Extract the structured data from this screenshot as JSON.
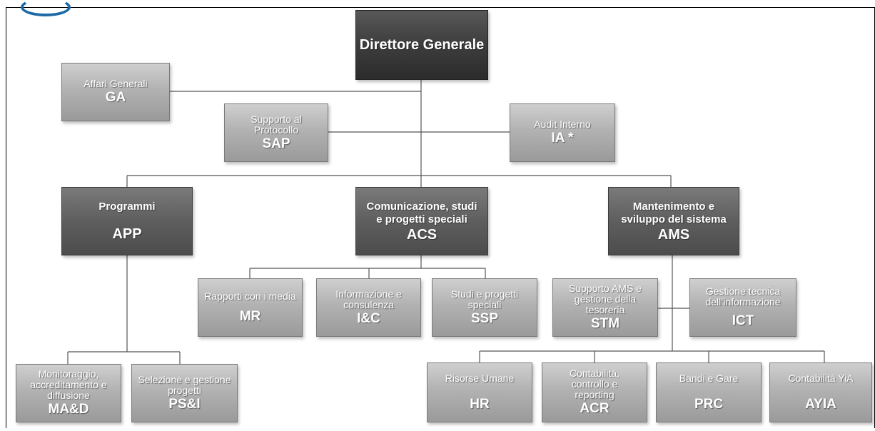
{
  "chart": {
    "director": {
      "name": "Direttore Generale"
    },
    "staff": [
      {
        "key": "ga",
        "name": "Affari Generali",
        "code": "GA"
      },
      {
        "key": "sap",
        "name": "Supporto al Protocollo",
        "code": "SAP"
      },
      {
        "key": "ia",
        "name": "Audit Interno",
        "code": "IA *"
      }
    ],
    "divisions": [
      {
        "key": "app",
        "name": "Programmi",
        "code": "APP"
      },
      {
        "key": "acs",
        "name": "Comunicazione, studi e progetti speciali",
        "code": "ACS"
      },
      {
        "key": "ams",
        "name": "Mantenimento e sviluppo del sistema",
        "code": "AMS"
      }
    ],
    "units": {
      "app": [
        {
          "key": "mad",
          "name": "Monitoraggio, accreditamento e diffusione",
          "code": "MA&D"
        },
        {
          "key": "psi",
          "name": "Selezione e gestione progetti",
          "code": "PS&I"
        }
      ],
      "acs": [
        {
          "key": "mr",
          "name": "Rapporti con i media",
          "code": "MR"
        },
        {
          "key": "ic",
          "name": "Informazione e consulenza",
          "code": "I&C"
        },
        {
          "key": "ssp",
          "name": "Studi e progetti speciali",
          "code": "SSP"
        }
      ],
      "ams_staff": [
        {
          "key": "stm",
          "name": "Supporto AMS e gestione della tesoreria",
          "code": "STM"
        },
        {
          "key": "ict",
          "name": "Gestione tecnica dell’informazione",
          "code": "ICT"
        }
      ],
      "ams": [
        {
          "key": "hr",
          "name": "Risorse Umane",
          "code": "HR"
        },
        {
          "key": "acr",
          "name": "Contabilità, controllo e reporting",
          "code": "ACR"
        },
        {
          "key": "prc",
          "name": "Bandi e Gare",
          "code": "PRC"
        },
        {
          "key": "ayia",
          "name": "Contabilità YiA",
          "code": "AYIA"
        }
      ]
    }
  }
}
